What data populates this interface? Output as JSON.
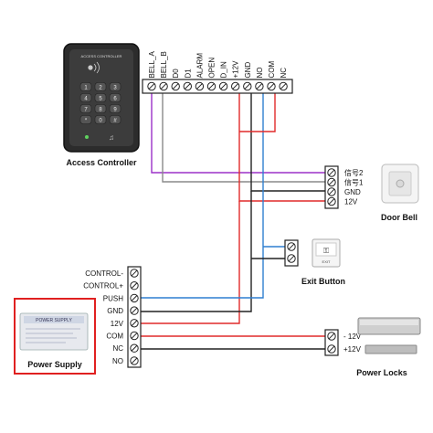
{
  "controller": {
    "brand": "ACCESS CONTROLLER",
    "caption": "Access Controller",
    "keys": [
      "1",
      "2",
      "3",
      "4",
      "5",
      "6",
      "7",
      "8",
      "9",
      "*",
      "0",
      "#"
    ],
    "terminals": [
      "BELL_A",
      "BELL_B",
      "D0",
      "D1",
      "ALARM",
      "OPEN",
      "D_IN",
      "+12V",
      "GND",
      "NO",
      "COM",
      "NC"
    ]
  },
  "door_bell": {
    "caption": "Door Bell",
    "terminals": [
      "信号2",
      "信号1",
      "GND",
      "12V"
    ]
  },
  "exit_button": {
    "caption": "Exit Button",
    "face_text": "EXIT"
  },
  "power_supply": {
    "caption": "Power Supply",
    "face_title": "POWER SUPPLY",
    "terminals": [
      "CONTROL-",
      "CONTROL+",
      "PUSH",
      "GND",
      "12V",
      "COM",
      "NC",
      "NO"
    ],
    "highlight_color": "#e02020"
  },
  "power_locks": {
    "caption": "Power Locks",
    "terminals": [
      "- 12V",
      "+12V"
    ]
  },
  "wire_colors": {
    "red": "#e02a2a",
    "purple": "#9b30c8",
    "gray": "#8a8a8a",
    "blue": "#2f7fd0",
    "black": "#222222"
  }
}
